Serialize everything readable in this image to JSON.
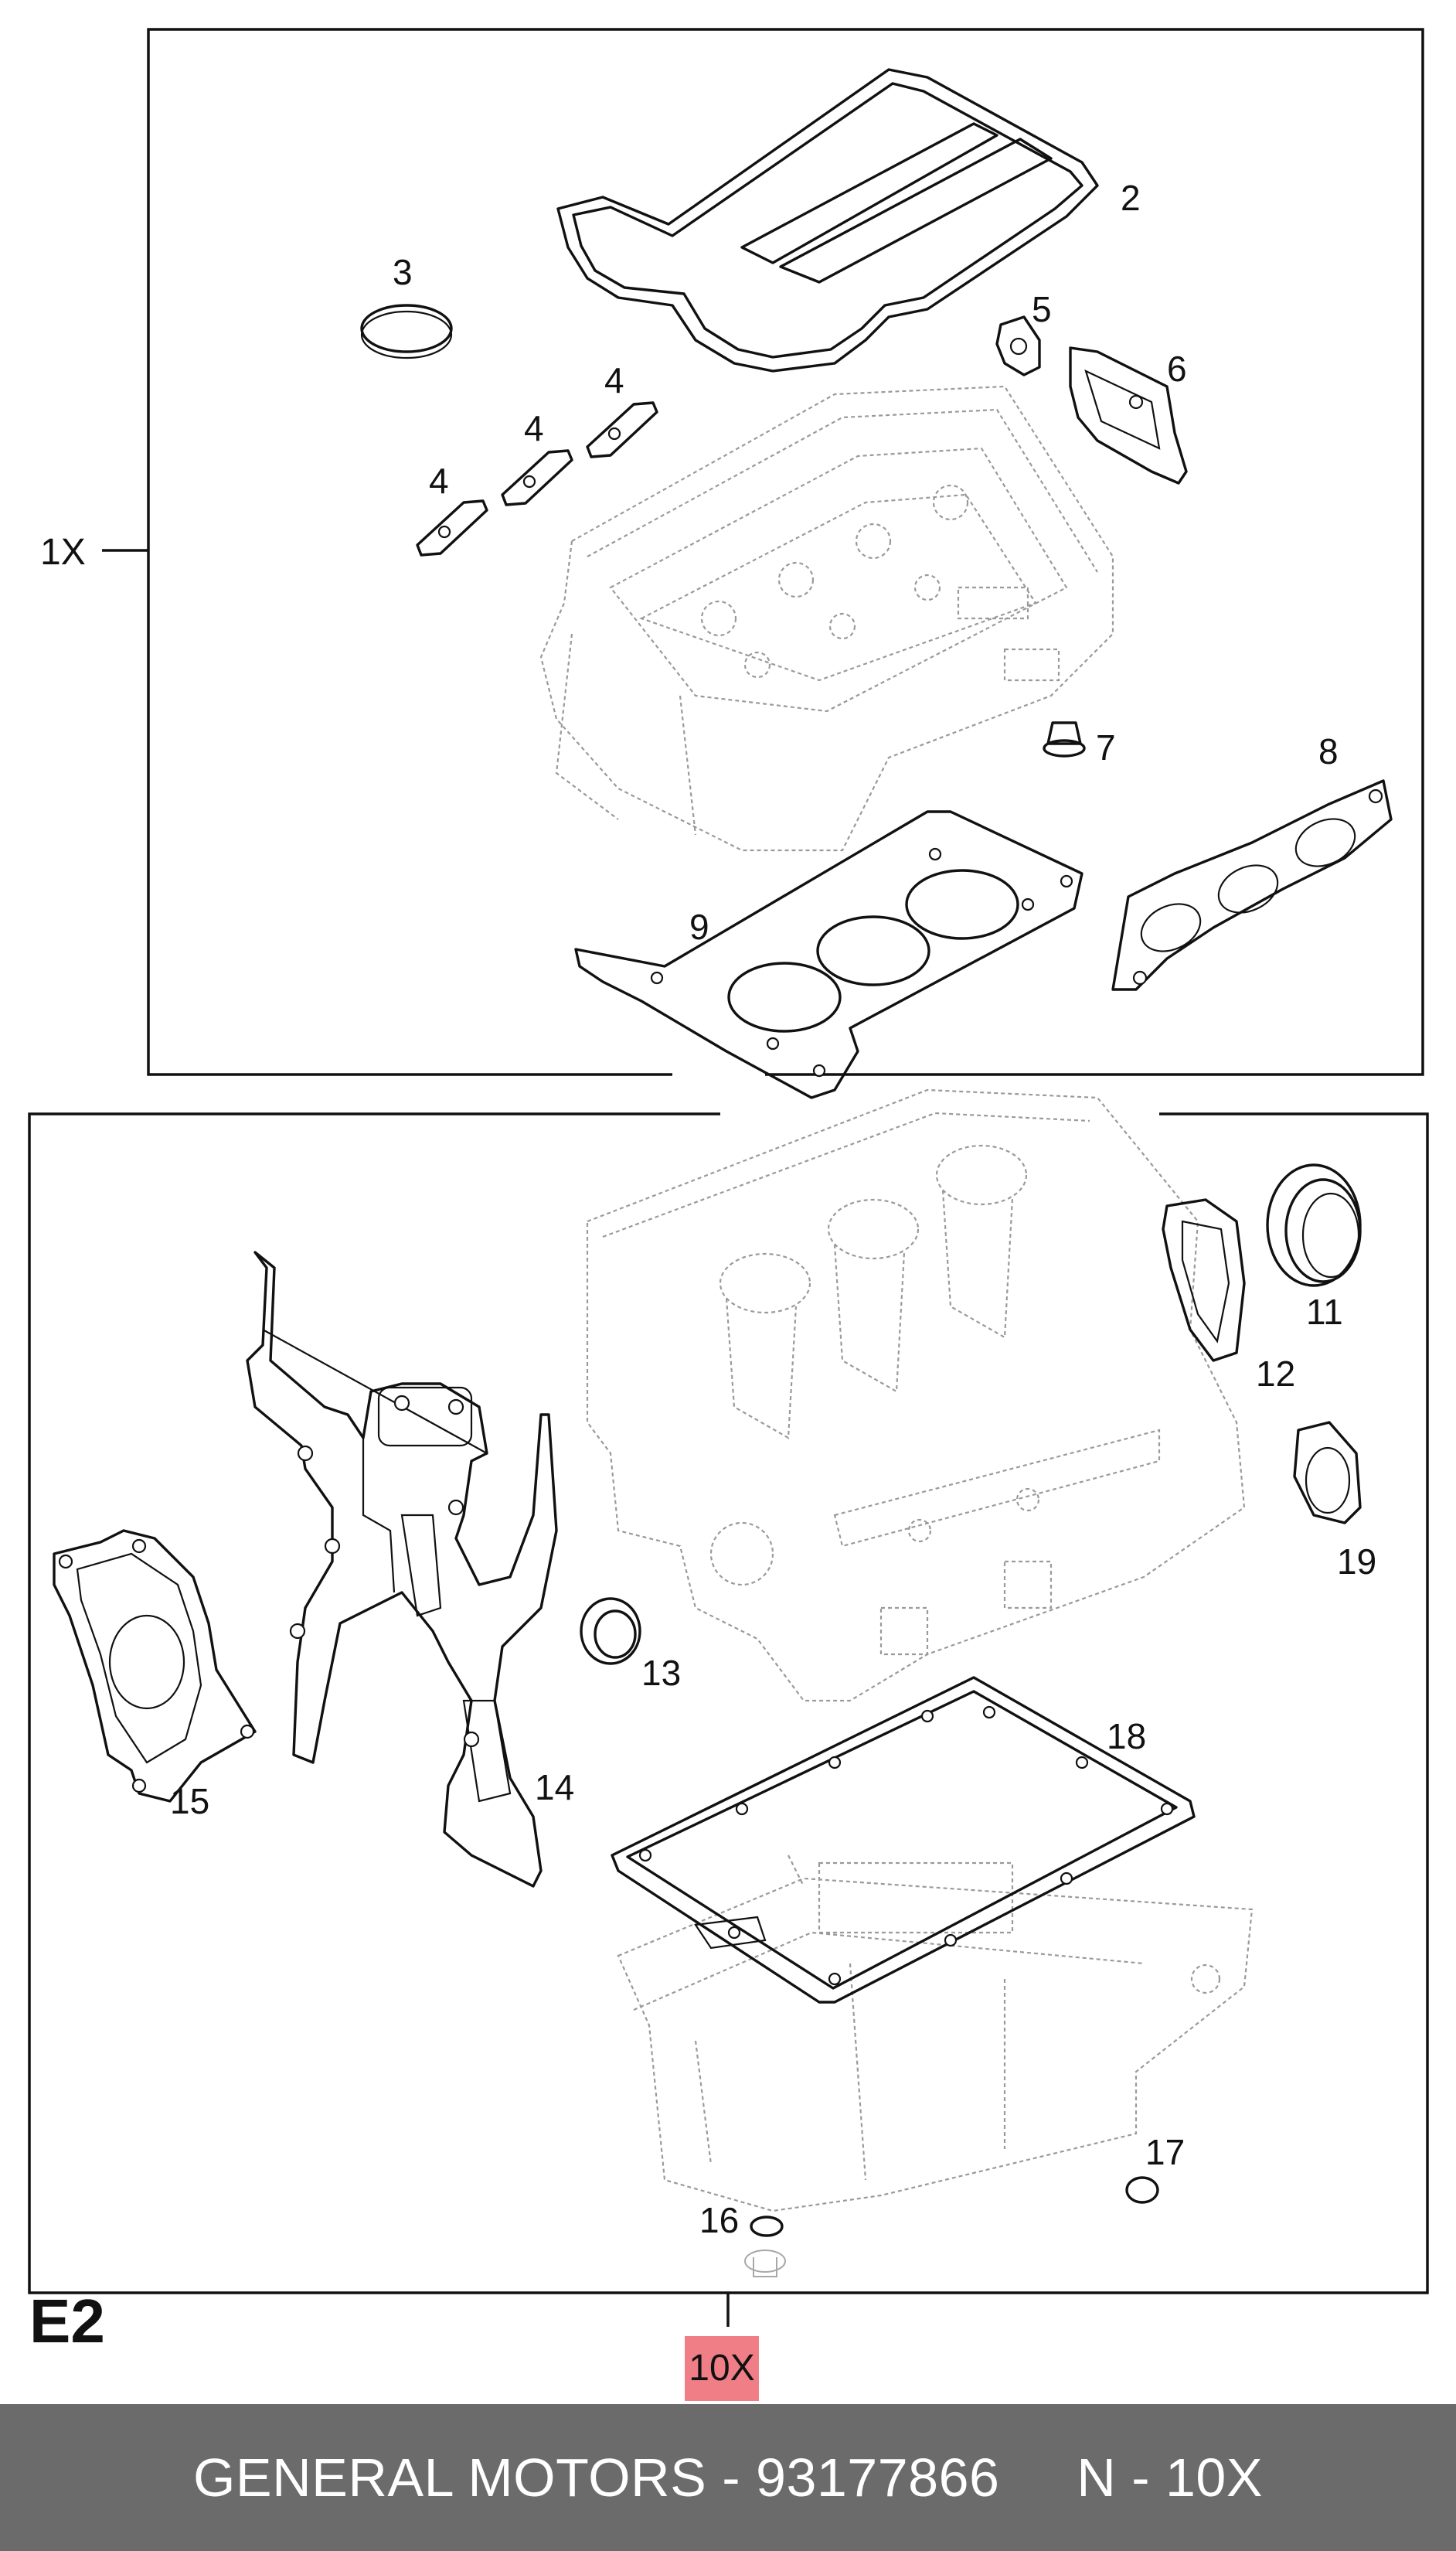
{
  "section_code": "E2",
  "groups": [
    {
      "id": "upper",
      "qty_label": "1X"
    },
    {
      "id": "total",
      "qty_label": "10X"
    }
  ],
  "callouts": [
    {
      "id": "2",
      "text": "2"
    },
    {
      "id": "3",
      "text": "3"
    },
    {
      "id": "4a",
      "text": "4"
    },
    {
      "id": "4b",
      "text": "4"
    },
    {
      "id": "4c",
      "text": "4"
    },
    {
      "id": "5",
      "text": "5"
    },
    {
      "id": "6",
      "text": "6"
    },
    {
      "id": "7",
      "text": "7"
    },
    {
      "id": "8",
      "text": "8"
    },
    {
      "id": "9",
      "text": "9"
    },
    {
      "id": "11",
      "text": "11"
    },
    {
      "id": "12",
      "text": "12"
    },
    {
      "id": "13",
      "text": "13"
    },
    {
      "id": "14",
      "text": "14"
    },
    {
      "id": "15",
      "text": "15"
    },
    {
      "id": "16",
      "text": "16"
    },
    {
      "id": "17",
      "text": "17"
    },
    {
      "id": "18",
      "text": "18"
    },
    {
      "id": "19",
      "text": "19"
    }
  ],
  "colors": {
    "qty_highlight": "#f07e87",
    "footer_bg": "#6b6b6b",
    "footer_text": "#ffffff"
  },
  "footer": {
    "brand": "GENERAL MOTORS",
    "separator": " - ",
    "part_number": "93177866",
    "gap": "     ",
    "qty_text": "N - 10X"
  }
}
